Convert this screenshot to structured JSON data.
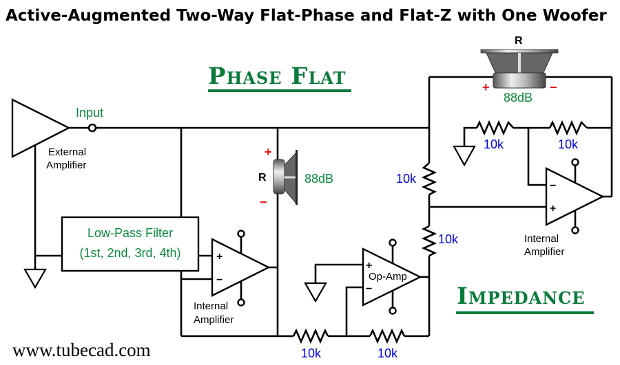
{
  "title": "Active-Augmented Two-Way Flat-Phase and Flat-Z with One Woofer",
  "headings": {
    "phase_flat": "Phase Flat",
    "impedance": "Impedance"
  },
  "colors": {
    "heading_green": "#0a7a3a",
    "label_green": "#0a8a3c",
    "resistor_blue": "#0000ee",
    "polarity_red": "#ee1111"
  },
  "labels": {
    "input": "Input",
    "external_amp_line1": "External",
    "external_amp_line2": "Amplifier",
    "filter_line1": "Low-Pass Filter",
    "filter_line2": "(1st, 2nd, 3rd, 4th)",
    "internal_amp_line1": "Internal",
    "internal_amp_line2": "Amplifier",
    "op_amp": "Op-Amp",
    "plus": "+",
    "minus": "−",
    "url": "www.tubecad.com"
  },
  "drivers": {
    "woofer_top": {
      "designator": "R",
      "sensitivity": "88dB",
      "pos": "+",
      "neg": "−"
    },
    "driver_mid": {
      "designator": "R",
      "sensitivity": "88dB",
      "pos": "+",
      "neg": "−"
    }
  },
  "resistors": {
    "r_top_left": "10k",
    "r_top_right": "10k",
    "r_vert_upper": "10k",
    "r_vert_lower": "10k",
    "r_bottom_left": "10k",
    "r_bottom_right": "10k"
  }
}
